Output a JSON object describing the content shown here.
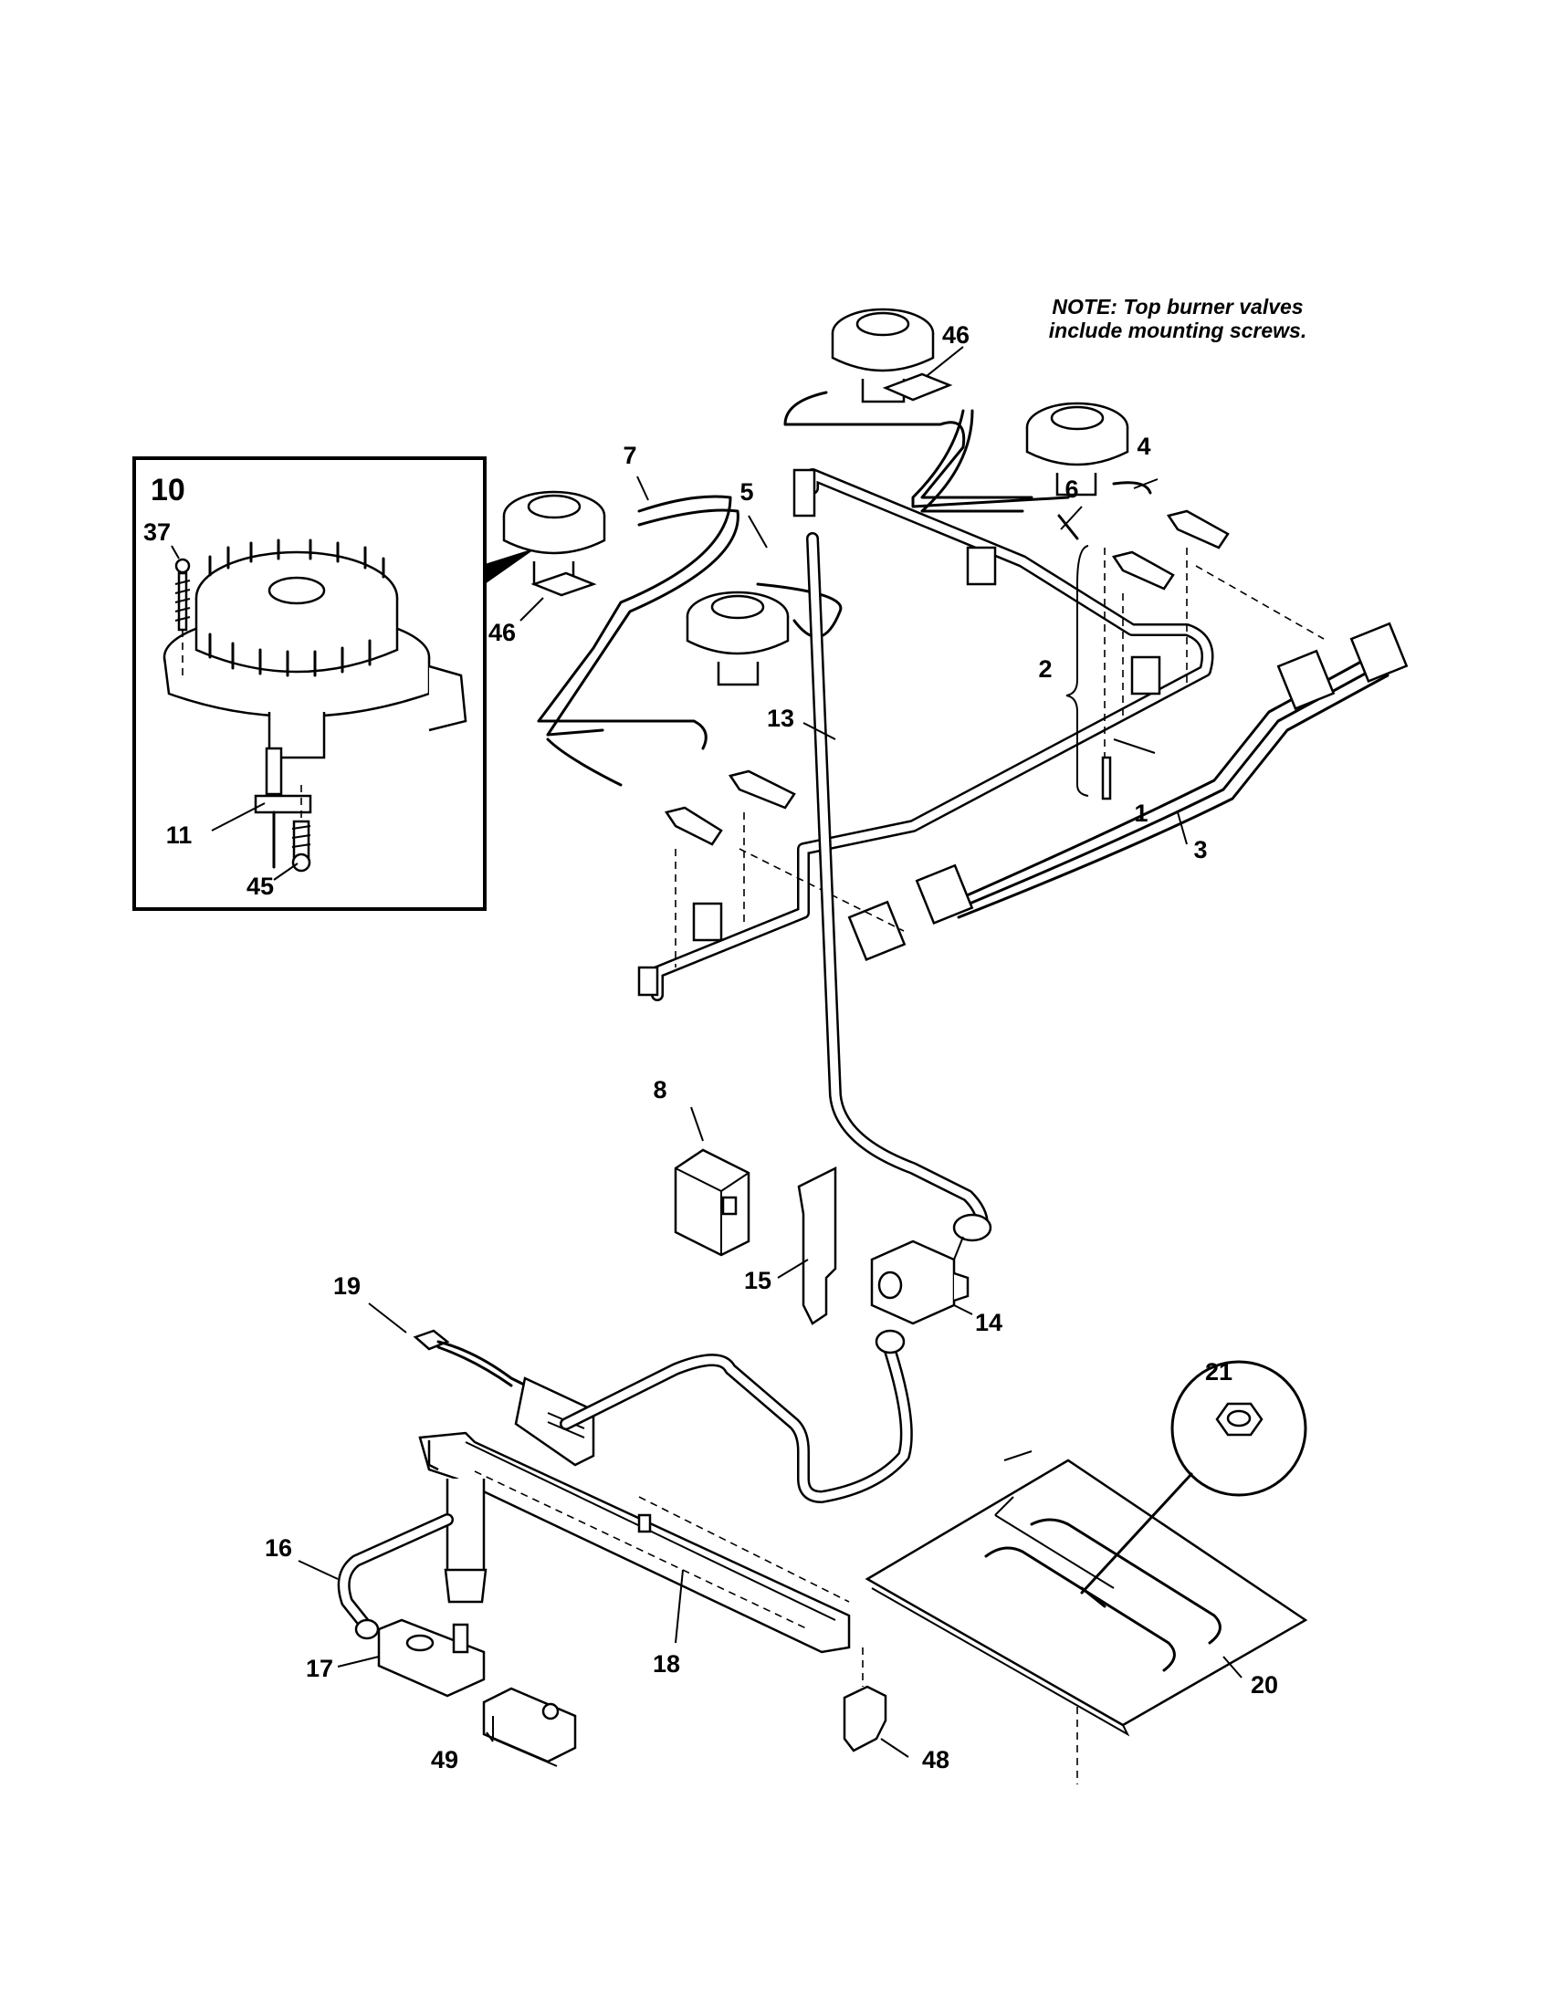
{
  "note": {
    "line1": "NOTE: Top burner valves",
    "line2": "include mounting screws."
  },
  "inset": {
    "title": "10",
    "labels": {
      "p37": "37",
      "p11": "11",
      "p45": "45"
    }
  },
  "callouts": {
    "p1": "1",
    "p2": "2",
    "p3": "3",
    "p4": "4",
    "p5": "5",
    "p6": "6",
    "p7": "7",
    "p8": "8",
    "p13": "13",
    "p14": "14",
    "p15": "15",
    "p16": "16",
    "p17": "17",
    "p18": "18",
    "p19": "19",
    "p20": "20",
    "p21": "21",
    "p46a": "46",
    "p46b": "46",
    "p48": "48",
    "p49": "49"
  }
}
